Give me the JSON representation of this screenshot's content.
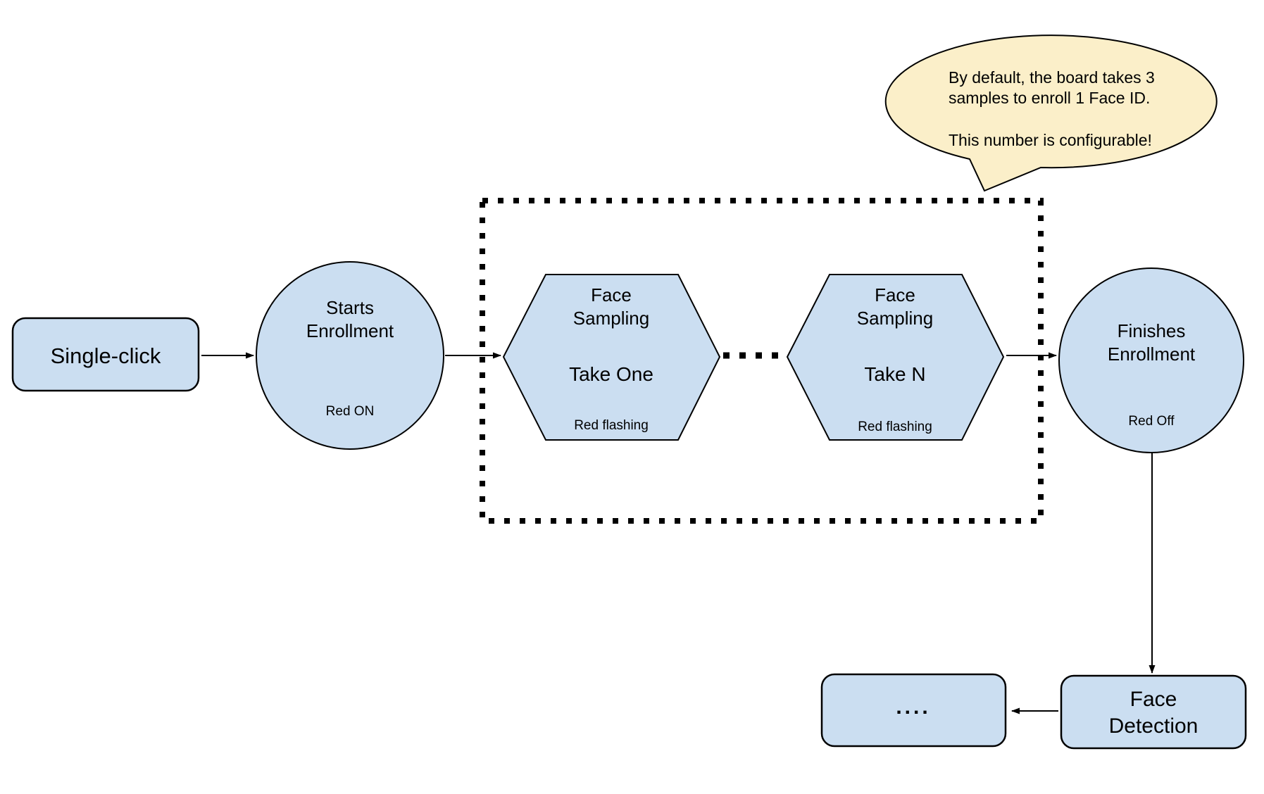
{
  "colors": {
    "background": "#FFFFFF",
    "node_fill": "#CBDEF1",
    "node_stroke": "#000000",
    "callout_fill": "#FBEFC9",
    "callout_stroke": "#000000"
  },
  "callout": {
    "line1": "By default, the board takes 3",
    "line2": "samples to enroll 1 Face ID.",
    "line3": "This number is configurable!"
  },
  "nodes": {
    "single_click": {
      "label": "Single-click"
    },
    "starts_enrollment": {
      "title_line1": "Starts",
      "title_line2": "Enrollment",
      "status": "Red ON"
    },
    "face_sampling_first": {
      "title_line1": "Face",
      "title_line2": "Sampling",
      "step": "Take One",
      "status": "Red flashing"
    },
    "face_sampling_last": {
      "title_line1": "Face",
      "title_line2": "Sampling",
      "step": "Take N",
      "status": "Red flashing"
    },
    "finishes_enrollment": {
      "title_line1": "Finishes",
      "title_line2": "Enrollment",
      "status": "Red Off"
    },
    "face_detection": {
      "title_line1": "Face",
      "title_line2": "Detection"
    },
    "continuation": {
      "label": "...."
    }
  }
}
